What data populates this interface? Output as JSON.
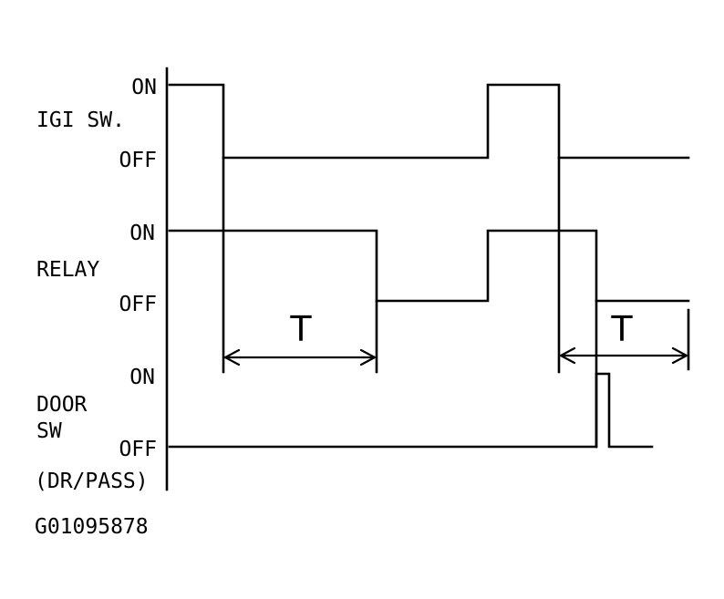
{
  "signals": {
    "ig1": {
      "name": "IGI SW.",
      "on": "ON",
      "off": "OFF"
    },
    "relay": {
      "name": "RELAY",
      "on": "ON",
      "off": "OFF"
    },
    "door": {
      "name_line1": "DOOR",
      "name_line2": "SW",
      "name_line3": "(DR/PASS)",
      "on": "ON",
      "off": "OFF"
    }
  },
  "intervals": [
    {
      "label": "T"
    },
    {
      "label": "T"
    }
  ],
  "figure_id": "G01095878",
  "colors": {
    "background": "#ffffff",
    "line": "#000000"
  }
}
